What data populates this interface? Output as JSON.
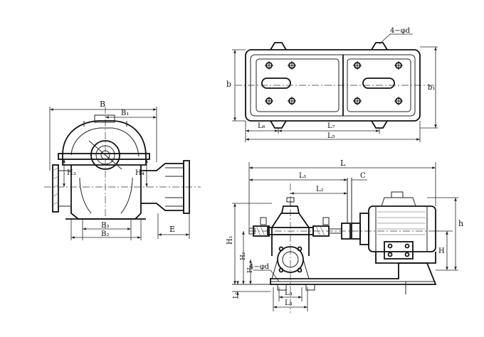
{
  "front_view": {
    "labels": {
      "B": "B",
      "B1": "B₁",
      "H3": "H₃",
      "H4": "H₄",
      "B3": "B₃",
      "B2": "B₂",
      "E": "E"
    }
  },
  "plan_view": {
    "labels": {
      "bolt": "4−φd",
      "b": "b",
      "b1": "b₁",
      "L6": "L₆",
      "L7": "L₇",
      "L5": "L₅"
    }
  },
  "side_view": {
    "labels": {
      "L": "L",
      "L1": "L₁",
      "L2": "L₂",
      "C": "C",
      "H1": "H₁",
      "H2": "H₂",
      "H6": "H₆",
      "bolt": "4−φd",
      "L3": "L₃",
      "L4": "L₄",
      "L5": "L₅",
      "h": "h",
      "H": "H"
    }
  }
}
